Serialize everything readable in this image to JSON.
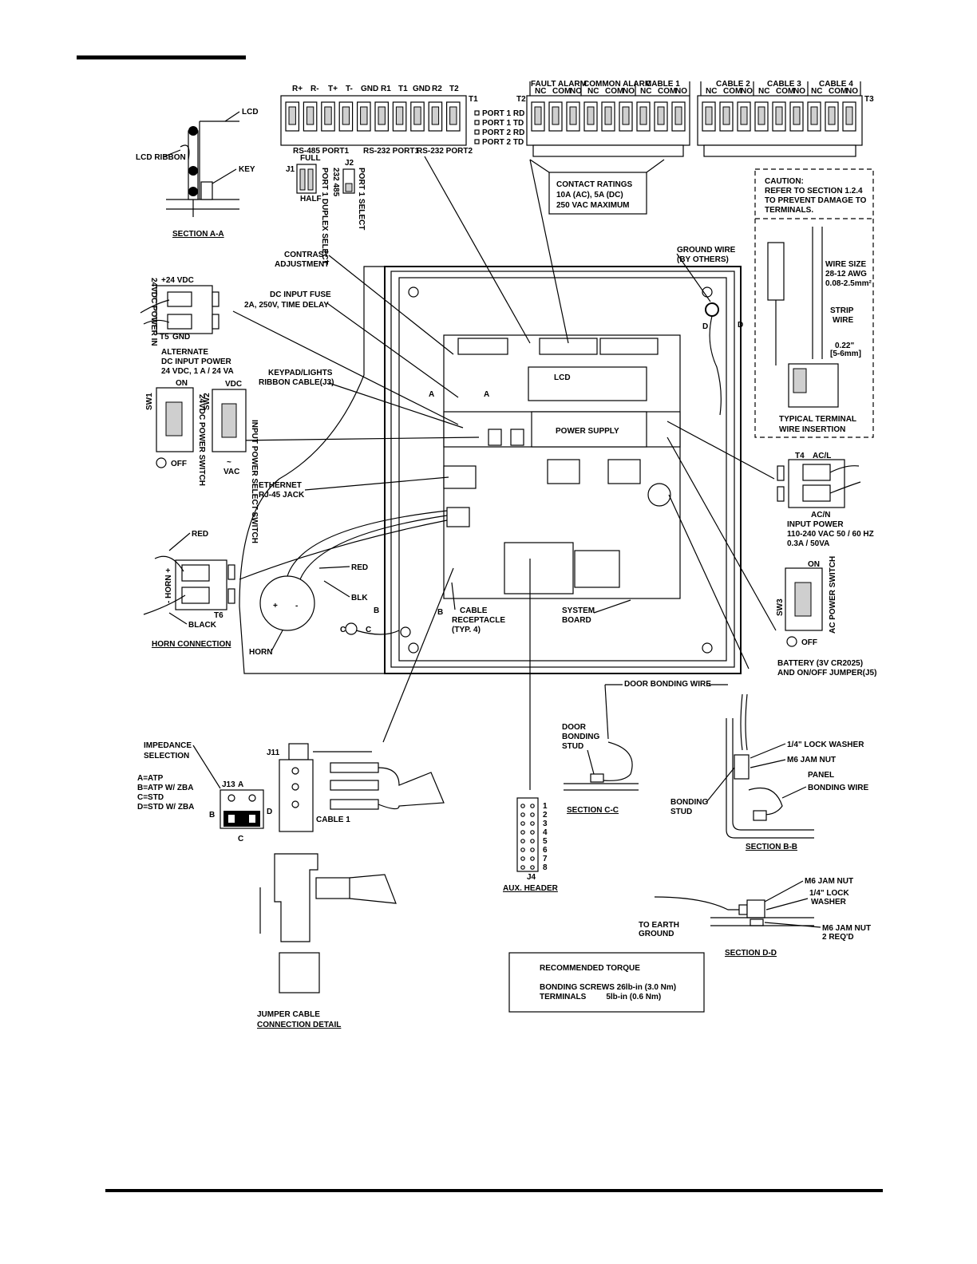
{
  "terminal_block_1": {
    "headers": [
      "R+",
      "R-",
      "T+",
      "T-",
      "GND",
      "R1",
      "T1",
      "GND",
      "R2",
      "T2"
    ],
    "name": "T1",
    "leds": [
      "PORT 1 RD",
      "PORT 1 TD",
      "PORT 2 RD",
      "PORT 2 TD"
    ],
    "port_labels": [
      "RS-485 PORT1",
      "RS-232 PORT1",
      "RS-232 PORT2"
    ]
  },
  "terminal_block_2": {
    "name": "T2",
    "groups": [
      "FAULT ALARM",
      "COMMON ALARM",
      "CABLE 1"
    ],
    "sub": [
      "NC",
      "COM",
      "NO",
      "NC",
      "COM",
      "NO",
      "NC",
      "COM",
      "NO"
    ]
  },
  "terminal_block_3": {
    "name": "T3",
    "groups": [
      "CABLE 2",
      "CABLE 3",
      "CABLE 4"
    ],
    "sub": [
      "NC",
      "COM",
      "NO",
      "NC",
      "COM",
      "NO",
      "NC",
      "COM",
      "NO"
    ]
  },
  "jumpers": {
    "j1": "J1",
    "j1_top": "FULL",
    "j1_bottom": "HALF",
    "j1_side": "PORT 1 DUPLEX SELECT",
    "j2": "J2",
    "j2_side": "232 485",
    "j2_port": "PORT 1 SELECT"
  },
  "section_aa": {
    "lcd": "LCD",
    "lcd_ribbon": "LCD RIBBON",
    "key": "KEY",
    "title": "SECTION A-A"
  },
  "contact_ratings": {
    "l1": "CONTACT RATINGS",
    "l2": "10A (AC), 5A (DC)",
    "l3": "250 VAC MAXIMUM"
  },
  "caution": {
    "l1": "CAUTION:",
    "l2": "REFER TO SECTION 1.2.4",
    "l3": "TO PREVENT DAMAGE TO",
    "l4": "TERMINALS.",
    "wire_size_1": "WIRE SIZE",
    "wire_size_2": "28-12 AWG",
    "wire_size_3": "0.08-2.5mm²",
    "strip_1": "STRIP",
    "strip_2": "WIRE",
    "dim_1": "0.22\"",
    "dim_2": "[5-6mm]",
    "typ_1": "TYPICAL TERMINAL",
    "typ_2": "WIRE INSERTION"
  },
  "callouts": {
    "contrast": [
      "CONTRAST",
      "ADJUSTMENT"
    ],
    "dc_fuse": [
      "DC INPUT FUSE",
      "2A, 250V, TIME DELAY"
    ],
    "keypad": [
      "KEYPAD/LIGHTS",
      "RIBBON CABLE(J3)"
    ],
    "ethernet": [
      "ETHERNET",
      "RJ-45 JACK"
    ],
    "ground_wire": [
      "GROUND WIRE",
      "(BY OTHERS)"
    ],
    "cable_receptacle": [
      "CABLE",
      "RECEPTACLE",
      "(TYP. 4)"
    ],
    "system_board": [
      "SYSTEM",
      "BOARD"
    ],
    "battery": [
      "BATTERY (3V CR2025)",
      "AND ON/OFF JUMPER(J5)"
    ],
    "lcd": "LCD",
    "power_supply": "POWER SUPPLY"
  },
  "dc_power": {
    "plus": "+24 VDC",
    "gnd": "GND",
    "t5": "T5",
    "side": "24VDC POWER IN",
    "alt_1": "ALTERNATE",
    "alt_2": "DC INPUT POWER",
    "alt_3": "24 VDC, 1 A / 24 VA"
  },
  "switches": {
    "sw1": "SW1",
    "sw1_on": "ON",
    "sw1_off": "OFF",
    "sw1_side": "24VDC POWER SWITCH",
    "sw2": "SW2",
    "sw2_vdc": "VDC",
    "sw2_vac": "VAC",
    "sw2_side": "INPUT POWER SELECT SWITCH",
    "sw3": "SW3",
    "sw3_on": "ON",
    "sw3_off": "OFF",
    "sw3_side": "AC POWER SWITCH"
  },
  "ac_power": {
    "t4": "T4",
    "acl": "AC/L",
    "acn": "AC/N",
    "l1": "INPUT POWER",
    "l2": "110-240 VAC 50 / 60 HZ",
    "l3": "0.3A / 50VA"
  },
  "horn": {
    "red": "RED",
    "black": "BLACK",
    "horn_minus": "- HORN +",
    "t6": "T6",
    "title": "HORN CONNECTION",
    "red2": "RED",
    "blk": "BLK",
    "horn": "HORN"
  },
  "impedance": {
    "title_1": "IMPEDANCE",
    "title_2": "SELECTION",
    "opts": [
      "A=ATP",
      "B=ATP W/ ZBA",
      "C=STD",
      "D=STD W/ ZBA"
    ],
    "j13": "J13",
    "a": "A",
    "b": "B",
    "c": "C",
    "d": "D",
    "j11": "J11",
    "cable1": "CABLE 1"
  },
  "jumper_detail": {
    "l1": "JUMPER CABLE",
    "l2": "CONNECTION DETAIL"
  },
  "aux": {
    "j4": "J4",
    "title": "AUX. HEADER",
    "pins": [
      "1",
      "2",
      "3",
      "4",
      "5",
      "6",
      "7",
      "8"
    ]
  },
  "section_cc": {
    "door_bonding_wire": "DOOR BONDING WIRE",
    "stud_1": "DOOR",
    "stud_2": "BONDING",
    "stud_3": "STUD",
    "title": "SECTION C-C"
  },
  "section_bb": {
    "lock": "1/4\" LOCK WASHER",
    "jam": "M6 JAM NUT",
    "panel_1": "PANEL",
    "panel_2": "BONDING WIRE",
    "stud_1": "BONDING",
    "stud_2": "STUD",
    "title": "SECTION B-B"
  },
  "section_dd": {
    "jam": "M6 JAM NUT",
    "lock_1": "1/4\" LOCK",
    "lock_2": "WASHER",
    "earth_1": "TO EARTH",
    "earth_2": "GROUND",
    "jam2_1": "M6 JAM NUT",
    "jam2_2": "2 REQ'D",
    "title": "SECTION D-D"
  },
  "torque": {
    "title": "RECOMMENDED TORQUE",
    "l1": "BONDING SCREWS  26lb-in (3.0 Nm)",
    "l2": "TERMINALS         5lb-in (0.6 Nm)"
  },
  "section_markers": {
    "a": "A",
    "b": "B",
    "c": "C",
    "d": "D"
  }
}
